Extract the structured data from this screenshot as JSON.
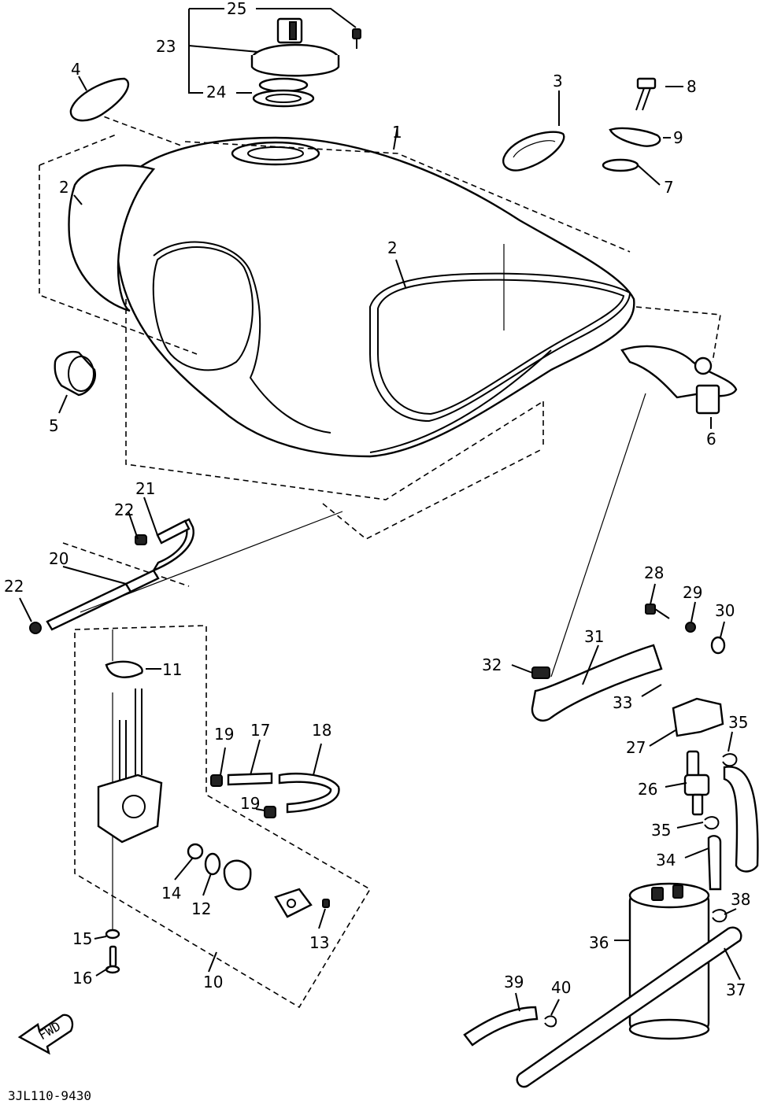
{
  "figure": {
    "code": "3JL110-9430",
    "fwd_label": "FWD"
  },
  "callouts": [
    {
      "id": "c25",
      "text": "25"
    },
    {
      "id": "c23",
      "text": "23"
    },
    {
      "id": "c24",
      "text": "24"
    },
    {
      "id": "c4",
      "text": "4"
    },
    {
      "id": "c3",
      "text": "3"
    },
    {
      "id": "c8",
      "text": "8"
    },
    {
      "id": "c9",
      "text": "9"
    },
    {
      "id": "c7",
      "text": "7"
    },
    {
      "id": "c1",
      "text": "1"
    },
    {
      "id": "c2a",
      "text": "2"
    },
    {
      "id": "c2b",
      "text": "2"
    },
    {
      "id": "c5",
      "text": "5"
    },
    {
      "id": "c6",
      "text": "6"
    },
    {
      "id": "c21",
      "text": "21"
    },
    {
      "id": "c22a",
      "text": "22"
    },
    {
      "id": "c20",
      "text": "20"
    },
    {
      "id": "c22b",
      "text": "22"
    },
    {
      "id": "c11",
      "text": "11"
    },
    {
      "id": "c19a",
      "text": "19"
    },
    {
      "id": "c17",
      "text": "17"
    },
    {
      "id": "c18",
      "text": "18"
    },
    {
      "id": "c19b",
      "text": "19"
    },
    {
      "id": "c14",
      "text": "14"
    },
    {
      "id": "c12",
      "text": "12"
    },
    {
      "id": "c13",
      "text": "13"
    },
    {
      "id": "c15",
      "text": "15"
    },
    {
      "id": "c16",
      "text": "16"
    },
    {
      "id": "c10",
      "text": "10"
    },
    {
      "id": "c28",
      "text": "28"
    },
    {
      "id": "c29",
      "text": "29"
    },
    {
      "id": "c30",
      "text": "30"
    },
    {
      "id": "c31",
      "text": "31"
    },
    {
      "id": "c32",
      "text": "32"
    },
    {
      "id": "c33",
      "text": "33"
    },
    {
      "id": "c27",
      "text": "27"
    },
    {
      "id": "c35a",
      "text": "35"
    },
    {
      "id": "c26",
      "text": "26"
    },
    {
      "id": "c35b",
      "text": "35"
    },
    {
      "id": "c34",
      "text": "34"
    },
    {
      "id": "c38",
      "text": "38"
    },
    {
      "id": "c36",
      "text": "36"
    },
    {
      "id": "c37",
      "text": "37"
    },
    {
      "id": "c39",
      "text": "39"
    },
    {
      "id": "c40",
      "text": "40"
    }
  ]
}
